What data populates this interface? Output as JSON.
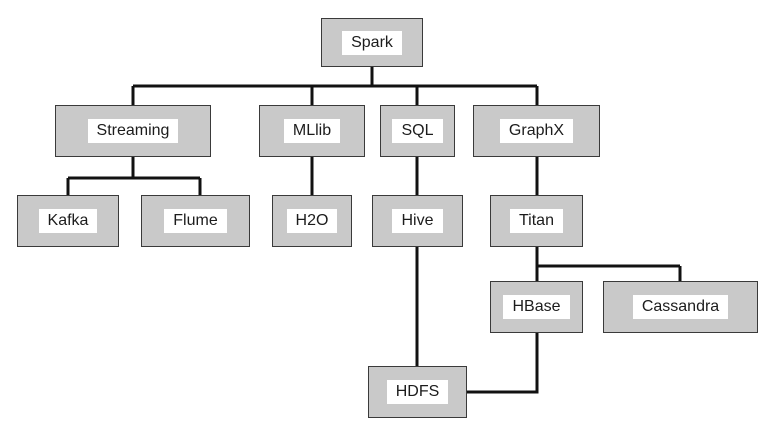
{
  "diagram": {
    "type": "tree",
    "nodes": {
      "spark": "Spark",
      "streaming": "Streaming",
      "mllib": "MLlib",
      "sql": "SQL",
      "graphx": "GraphX",
      "kafka": "Kafka",
      "flume": "Flume",
      "h2o": "H2O",
      "hive": "Hive",
      "titan": "Titan",
      "hbase": "HBase",
      "cassandra": "Cassandra",
      "hdfs": "HDFS"
    },
    "edges": [
      [
        "spark",
        "streaming"
      ],
      [
        "spark",
        "mllib"
      ],
      [
        "spark",
        "sql"
      ],
      [
        "spark",
        "graphx"
      ],
      [
        "streaming",
        "kafka"
      ],
      [
        "streaming",
        "flume"
      ],
      [
        "mllib",
        "h2o"
      ],
      [
        "sql",
        "hive"
      ],
      [
        "graphx",
        "titan"
      ],
      [
        "titan",
        "hbase"
      ],
      [
        "titan",
        "cassandra"
      ],
      [
        "hive",
        "hdfs"
      ],
      [
        "hbase",
        "hdfs"
      ]
    ],
    "colors": {
      "box_fill": "#c9c9c9",
      "box_border": "#3a3a3a",
      "label_background": "#ffffff",
      "connector": "#111111"
    }
  }
}
